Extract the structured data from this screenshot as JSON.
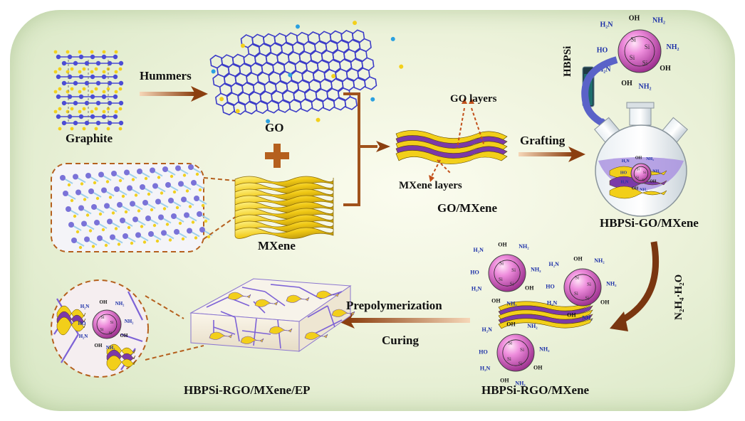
{
  "labels": {
    "graphite": "Graphite",
    "hummers": "Hummers",
    "go": "GO",
    "mxene": "MXene",
    "go_layers": "GO layers",
    "mxene_layers": "MXene layers",
    "go_mxene": "GO/MXene",
    "grafting": "Grafting",
    "hbpsi": "HBPSi",
    "hbpsi_go_mxene": "HBPSi-GO/MXene",
    "hydrazine": "N₂H₄·H₂O",
    "prepolymerization": "Prepolymerization",
    "curing": "Curing",
    "hbpsi_rgo_mxene": "HBPSi-RGO/MXene",
    "hbpsi_rgo_mxene_ep": "HBPSi-RGO/MXene/EP"
  },
  "molecule": {
    "amine": "NH₂",
    "amine_alt": "H₂N",
    "hydroxyl": "OH",
    "hydroxyl_alt": "HO",
    "silicon": "Si"
  },
  "colors": {
    "arrow": "#a0521c",
    "bracket": "#a0521c",
    "sphere": "#e16ad0",
    "mxene_yellow": "#f2cf1a",
    "layer_purple": "#7b3aa8",
    "graphite_blue": "#5a5ad8"
  }
}
